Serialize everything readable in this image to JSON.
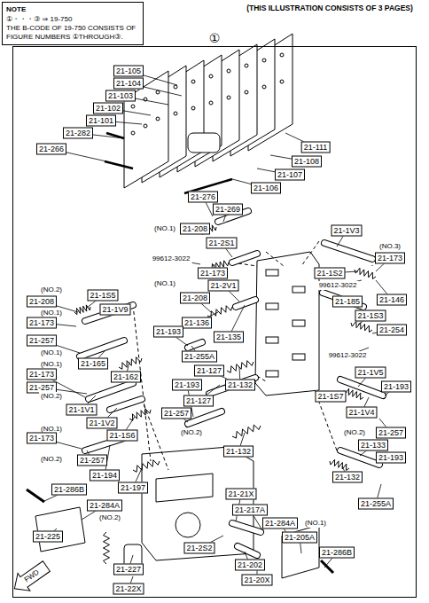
{
  "diagram": {
    "nodes": [
      {
        "text": [
          "NOTE",
          "①・・・③ ⇒ 19-750",
          "THE B-CODE OF 19-750 CONSISTS OF FIGURE NUMBERS ①THROUGH③."
        ]
      },
      {
        "text": [
          "①"
        ]
      }
    ],
    "labels": [
      "(THIS ILLUSTRATION CONSISTS OF 3 PAGES)",
      "21-105",
      "21-104",
      "21-103",
      "21-102",
      "21-101",
      "21-282",
      "21-266",
      "21-111",
      "21-108",
      "21-107",
      "21-106",
      "21-276",
      "21-269",
      "(NO.1)",
      "21-208",
      "21-2S1",
      "99612-3022",
      "21-173",
      "(NO.1)",
      "21-208",
      "21-2V1",
      "21-136",
      "21-135",
      "21-193",
      "21-255A",
      "21-127",
      "21-132",
      "21-193",
      "21-127",
      "21-257",
      "(NO.2)",
      "21-132",
      "(NO.2)",
      "21-208",
      "21-1S5",
      "21-1V9",
      "(NO.1)",
      "21-173",
      "21-257",
      "(NO.1)",
      "(NO.1)",
      "21-173",
      "21-257",
      "(NO.2)",
      "21-165",
      "21-162",
      "21-1V1",
      "21-1V2",
      "21-1S6",
      "(NO.1)",
      "21-173",
      "(NO.2)",
      "21-257",
      "21-194",
      "21-197",
      "21-1V3",
      "(NO.3)",
      "21-173",
      "21-1S2",
      "99612-3022",
      "21-146",
      "21-185",
      "21-1S3",
      "21-254",
      "99612-3022",
      "21-1V5",
      "21-1S7",
      "21-193",
      "21-1V4",
      "(NO.2)",
      "21-257",
      "21-133",
      "21-193",
      "21-132",
      "21-255A",
      "21-286B",
      "21-284A",
      "(NO.2)",
      "21-225",
      "21-21X",
      "21-217A",
      "21-284A",
      "(NO.1)",
      "21-205A",
      "21-286B",
      "21-2S2",
      "21-202",
      "21-20X",
      "21-227",
      "21-22X",
      "FWD"
    ]
  }
}
